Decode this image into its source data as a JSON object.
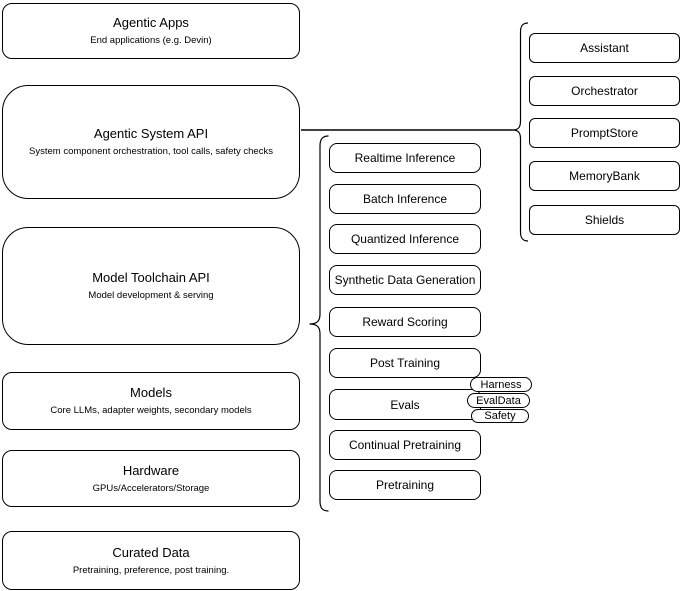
{
  "diagram": {
    "background": "#ffffff",
    "stroke_color": "#000000",
    "text_color": "#000000",
    "left_column": {
      "boxes": [
        {
          "title": "Agentic Apps",
          "subtitle": "End applications (e.g. Devin)"
        },
        {
          "title": "Agentic System API",
          "subtitle": "System component orchestration, tool calls, safety checks"
        },
        {
          "title": "Model Toolchain API",
          "subtitle": "Model development & serving"
        },
        {
          "title": "Models",
          "subtitle": "Core LLMs, adapter weights, secondary models"
        },
        {
          "title": "Hardware",
          "subtitle": "GPUs/Accelerators/Storage"
        },
        {
          "title": "Curated Data",
          "subtitle": "Pretraining, preference, post training."
        }
      ]
    },
    "middle_column": {
      "boxes": [
        {
          "label": "Realtime Inference"
        },
        {
          "label": "Batch Inference"
        },
        {
          "label": "Quantized Inference"
        },
        {
          "label": "Synthetic Data Generation"
        },
        {
          "label": "Reward Scoring"
        },
        {
          "label": "Post Training"
        },
        {
          "label": "Evals"
        },
        {
          "label": "Continual Pretraining"
        },
        {
          "label": "Pretraining"
        }
      ]
    },
    "right_column": {
      "boxes": [
        {
          "label": "Assistant"
        },
        {
          "label": "Orchestrator"
        },
        {
          "label": "PromptStore"
        },
        {
          "label": "MemoryBank"
        },
        {
          "label": "Shields"
        }
      ]
    },
    "eval_pills": [
      {
        "label": "Harness"
      },
      {
        "label": "EvalData"
      },
      {
        "label": "Safety"
      }
    ]
  }
}
